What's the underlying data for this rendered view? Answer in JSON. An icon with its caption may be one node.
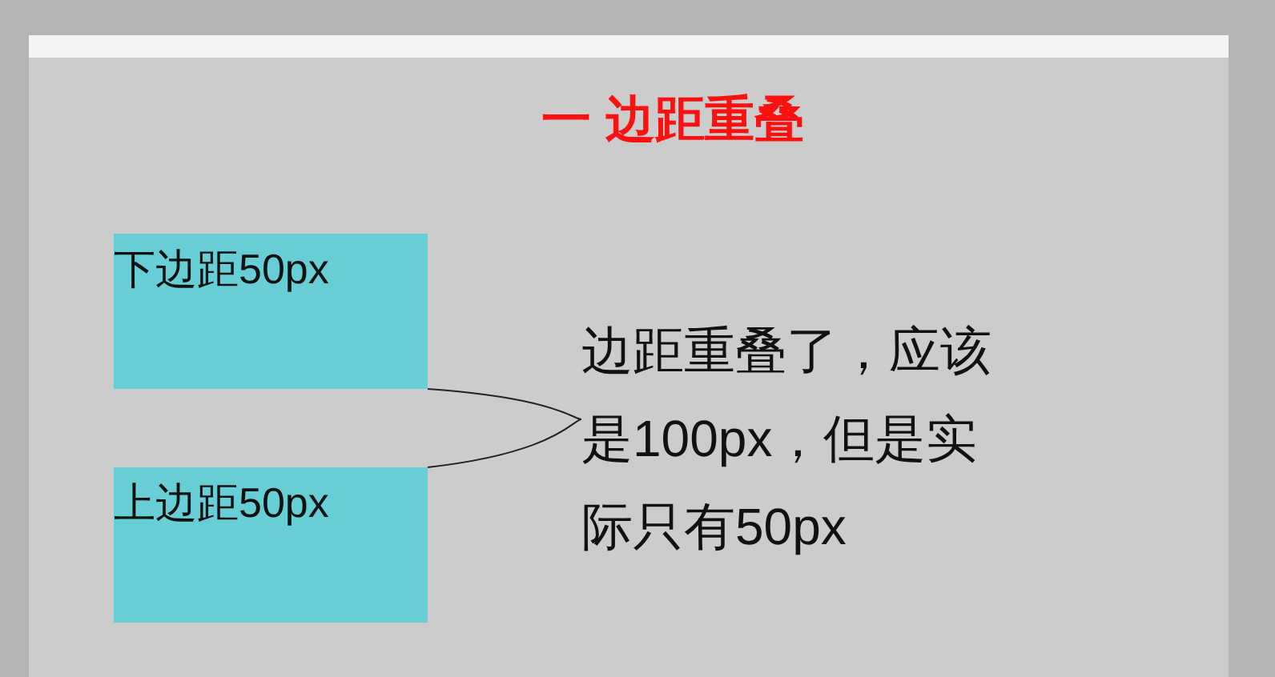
{
  "diagram": {
    "title": "一 边距重叠",
    "nodes": [
      {
        "text": [
          "下边距50px"
        ]
      },
      {
        "text": [
          "上边距50px"
        ]
      },
      {
        "text": [
          "边距重叠了，应该是100px，但是实际只有50px"
        ]
      }
    ],
    "edges": [
      {
        "from": 0,
        "to": 2,
        "arrow": "none"
      },
      {
        "from": 1,
        "to": 2,
        "arrow": "none"
      }
    ]
  }
}
